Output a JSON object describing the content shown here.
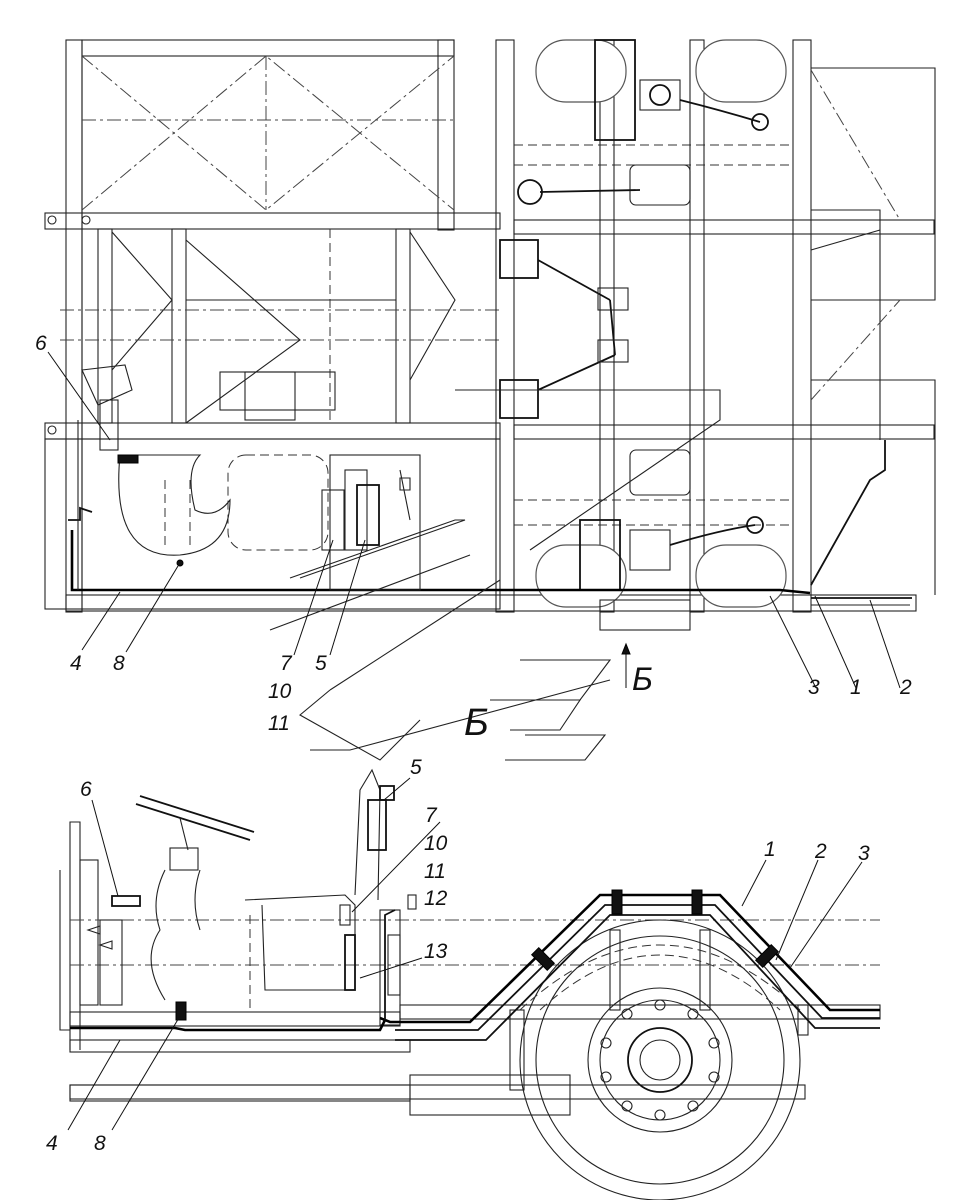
{
  "top_view": {
    "callouts": {
      "c6": "6",
      "c4": "4",
      "c8": "8",
      "c7": "7",
      "c10": "10",
      "c11": "11",
      "c5": "5",
      "c3": "3",
      "c1": "1",
      "c2": "2"
    },
    "view_label_arrow": "Б",
    "view_label_large": "Б"
  },
  "side_view": {
    "callouts": {
      "c5": "5",
      "c6": "6",
      "c7": "7",
      "c10": "10",
      "c11": "11",
      "c12": "12",
      "c13": "13",
      "c1": "1",
      "c2": "2",
      "c3": "3",
      "c4": "4",
      "c8": "8"
    }
  }
}
